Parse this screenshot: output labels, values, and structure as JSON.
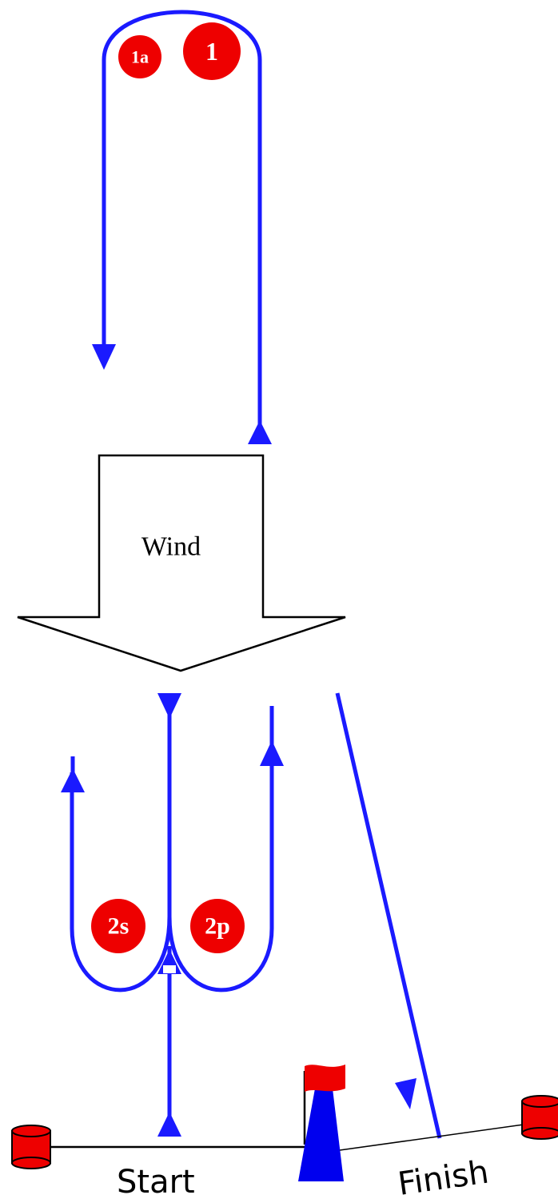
{
  "colors": {
    "course": "#1a1aff",
    "mark": "#ee0000",
    "mark_text": "#ffffff",
    "outline": "#000000",
    "committee_boat": "#0000ee",
    "flag": "#ee0000"
  },
  "marks": {
    "mark_1a": "1a",
    "mark_1": "1",
    "mark_2s": "2s",
    "mark_2p": "2p"
  },
  "wind": {
    "label": "Wind"
  },
  "start_line": {
    "label": "Start"
  },
  "finish_line": {
    "label": "Finish"
  },
  "icons": {
    "pin_buoy": "cylinder-buoy-icon",
    "committee_boat": "committee-boat-icon",
    "flag": "flag-icon"
  }
}
